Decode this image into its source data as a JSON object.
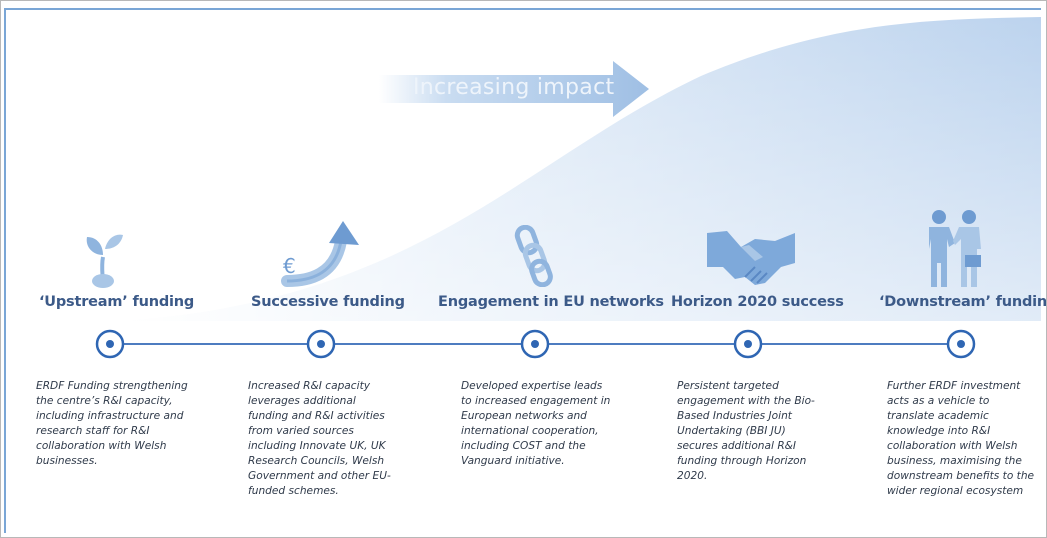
{
  "banner": {
    "label": "Increasing impact"
  },
  "stages": [
    {
      "title": "‘Upstream’ funding",
      "icon": "seedling-icon",
      "description": "ERDF Funding strengthening the centre’s R&I capacity, including infrastructure and research staff for R&I collaboration with Welsh businesses."
    },
    {
      "title": "Successive funding",
      "icon": "euro-growth-arrow-icon",
      "description": "Increased R&I capacity leverages additional funding and R&I activities from varied sources including Innovate UK, UK Research Councils, Welsh Government and other EU-funded schemes."
    },
    {
      "title": "Engagement in EU networks",
      "icon": "chain-link-icon",
      "description": "Developed expertise leads to increased engagement in European networks and international cooperation, including COST and the Vanguard initiative."
    },
    {
      "title": "Horizon 2020 success",
      "icon": "handshake-icon",
      "description": "Persistent targeted engagement with the Bio-Based Industries Joint Undertaking (BBI JU) secures additional R&I funding through Horizon 2020."
    },
    {
      "title": "‘Downstream’ funding",
      "icon": "business-partners-icon",
      "description": "Further ERDF investment acts as a vehicle to translate academic knowledge into R&I collaboration with Welsh business, maximising the downstream benefits to the wider regional ecosystem"
    }
  ],
  "colors": {
    "primary": "#3c5a88",
    "node": "#2f66b3",
    "curve_fill": "#c7dbf0",
    "arrow": "#a9c6e6",
    "icon": "#6e9bd1"
  }
}
